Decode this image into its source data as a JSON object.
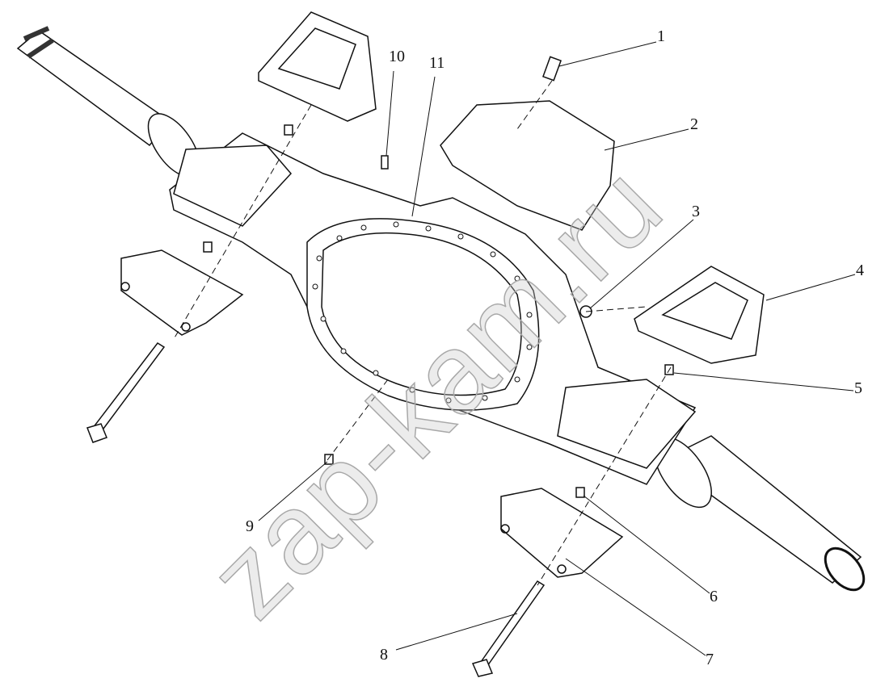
{
  "diagram": {
    "title_hidden": null,
    "callouts": [
      {
        "label": "1",
        "part": "bolt"
      },
      {
        "label": "2",
        "part": "bracket"
      },
      {
        "label": "3",
        "part": "plug"
      },
      {
        "label": "4",
        "part": "spring-seat-upper"
      },
      {
        "label": "5",
        "part": "bushing"
      },
      {
        "label": "6",
        "part": "dowel"
      },
      {
        "label": "7",
        "part": "spring-seat-lower"
      },
      {
        "label": "8",
        "part": "u-bolt"
      },
      {
        "label": "9",
        "part": "dowel"
      },
      {
        "label": "10",
        "part": "bolt"
      },
      {
        "label": "11",
        "part": "axle-housing"
      }
    ],
    "watermark": "zap-kam.ru"
  }
}
